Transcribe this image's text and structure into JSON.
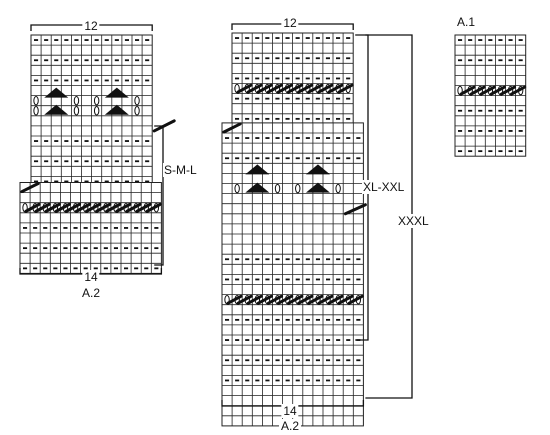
{
  "diagrams": {
    "sml": {
      "top_count": "12",
      "bottom_count": "14",
      "chart_name": "A.2",
      "size_label": "S-M-L"
    },
    "xl": {
      "top_count": "12",
      "bottom_count": "14",
      "chart_name": "A.2",
      "size_label_1": "XL-XXL",
      "size_label_2": "XXXL"
    },
    "a1": {
      "chart_name": "A.1"
    }
  },
  "colors": {
    "grid_line": "#222222",
    "symbol_fill": "#111111",
    "bracket": "#111111"
  },
  "symbols": [
    "purl-dash",
    "triangle-decrease",
    "open-oval-yarn-over",
    "cable-slash"
  ]
}
